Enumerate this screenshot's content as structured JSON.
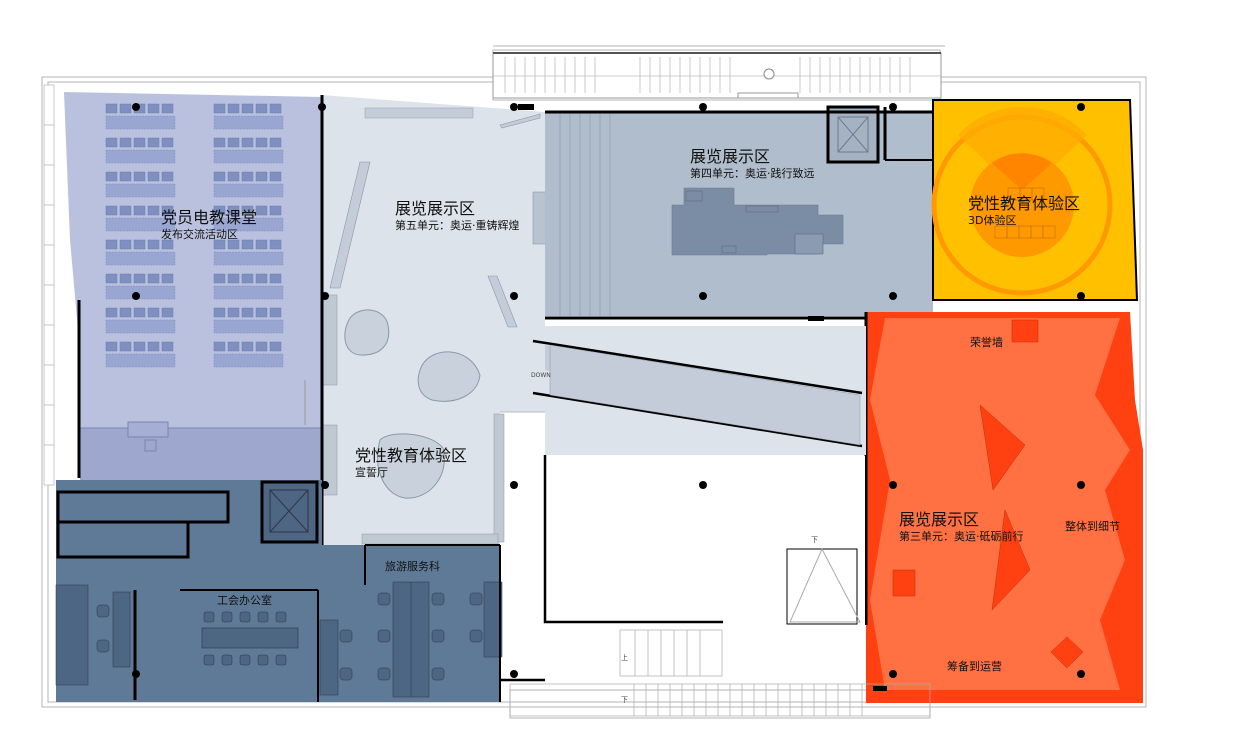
{
  "plan": {
    "type": "architectural floor plan",
    "colors": {
      "classroom": "#b9c1de",
      "classroom_front": "#9ea8cf",
      "exhibit_5_hall": "#dde3ea",
      "exhibit_4_hall": "#b0bdcc",
      "exhibit_4_table": "#7b8da4",
      "experience_3d_yellow": "#ffc000",
      "experience_3d_ring": "#ff9900",
      "experience_3d_center": "#ff8c00",
      "exhibit_3_base": "#ff7043",
      "exhibit_3_facet": "#ff4010",
      "office_zone": "#5f7a97",
      "office_dark": "#4d6684",
      "wall": "#000000",
      "column": "#000000",
      "outline": "#b0b0b0"
    }
  },
  "zones": {
    "classroom": {
      "title": "党员电教课堂",
      "subtitle": "发布交流活动区"
    },
    "exhibit_5": {
      "title": "展览展示区",
      "subtitle": "第五单元：奥运·重铸辉煌"
    },
    "exhibit_4": {
      "title": "展览展示区",
      "subtitle": "第四单元：奥运·践行致远"
    },
    "experience_3d": {
      "title": "党性教育体验区",
      "subtitle": "3D体验区"
    },
    "oath_hall": {
      "title": "党性教育体验区",
      "subtitle": "宣誓厅"
    },
    "exhibit_3": {
      "title": "展览展示区",
      "subtitle": "第三单元：奥运·砥砺前行",
      "honor_wall": "荣誉墙",
      "whole_to_detail": "整体到细节",
      "prep_to_ops": "筹备到运营"
    },
    "union_office": {
      "title": "工会办公室"
    },
    "tourism_dept": {
      "title": "旅游服务科"
    }
  },
  "stairs": {
    "down_label": "DOWN",
    "up_label": "上",
    "down_cn_label": "下"
  }
}
